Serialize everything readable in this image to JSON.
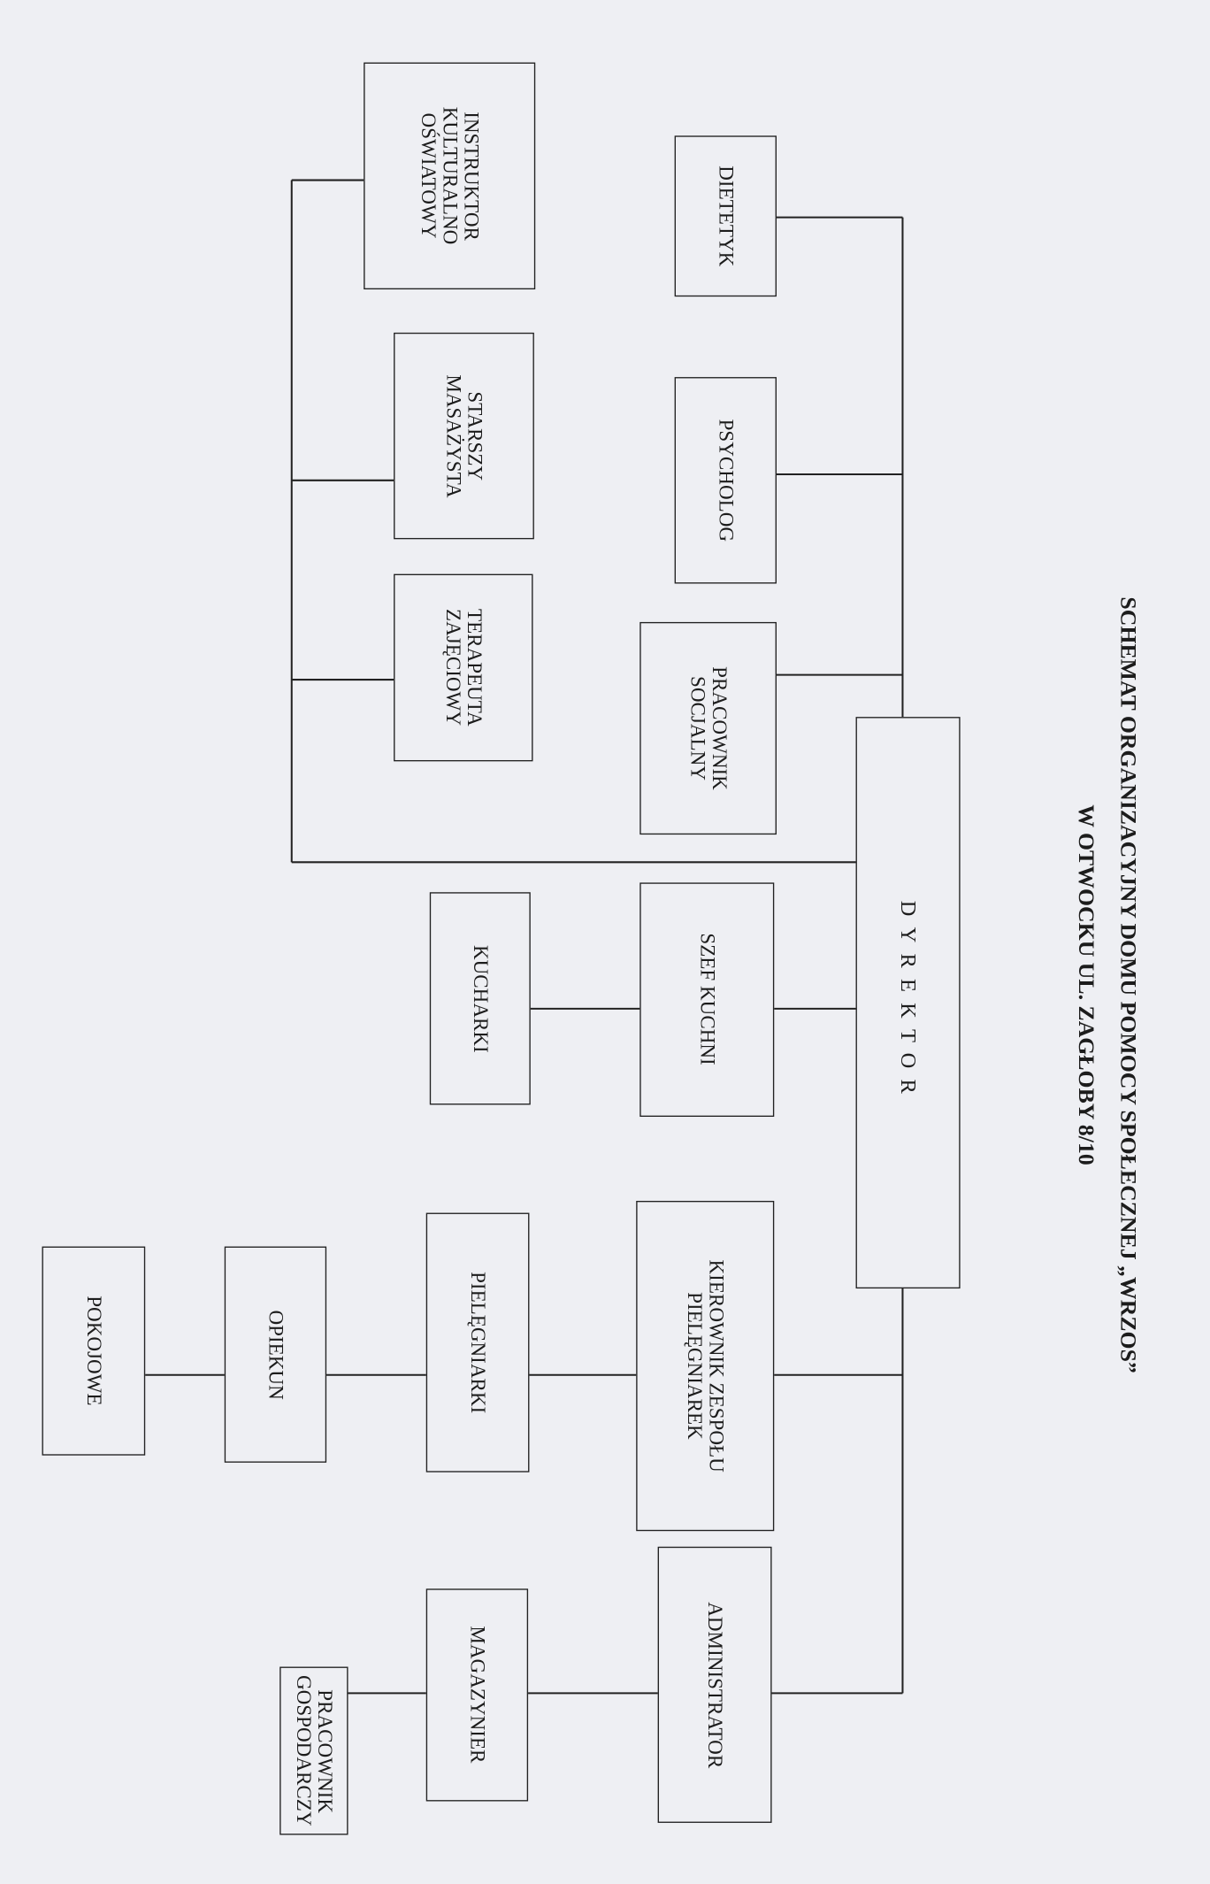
{
  "title": {
    "line1": "SCHEMAT ORGANIZACYJNY DOMU POMOCY SPOŁECZNEJ „WRZOS”",
    "line2": "W OTWOCKU UL. ZAGŁOBY 8/10"
  },
  "units": {
    "dyrektor": "DYREKTOR",
    "dietetyk": "DIETETYK",
    "psycholog": "PSYCHOLOG",
    "pracownik_socjalny": "PRACOWNIK\nSOCJALNY",
    "instruktor": "INSTRUKTOR\nKULTURALNO\nOŚWIATOWY",
    "masazysta": "STARSZY\nMASAŻYSTA",
    "terapeuta": "TERAPEUTA\nZAJĘCIOWY",
    "szef_kuchni": "SZEF KUCHNI",
    "kucharki": "KUCHARKI",
    "kierownik": "KIEROWNIK ZESPOŁU\nPIELĘGNIAREK",
    "pielegniarki": "PIELĘGNIARKI",
    "opiekun": "OPIEKUN",
    "pokojowe": "POKOJOWE",
    "administrator": "ADMINISTRATOR",
    "magazynier": "MAGAZYNIER",
    "pracownik_gospodarczy": "PRACOWNIK\nGOSPODARCZY"
  }
}
